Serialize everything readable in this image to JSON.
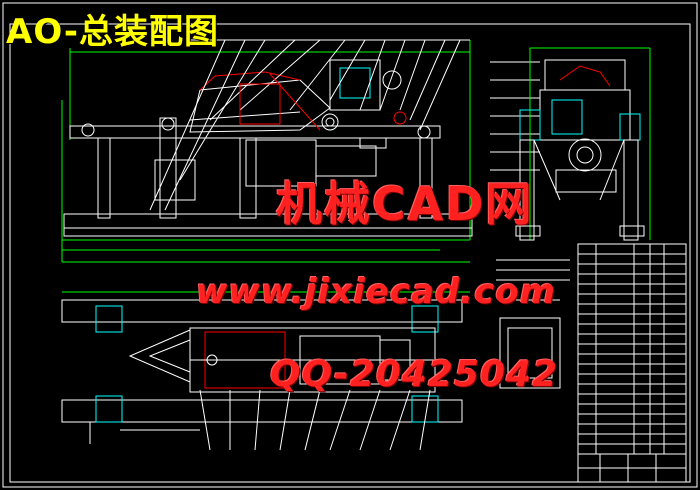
{
  "title": "AO-总装配图",
  "watermarks": {
    "brand": "机械CAD网",
    "url": "www.jixiecad.com",
    "qq": "QQ-20425042"
  },
  "colors": {
    "background": "#000000",
    "title": "#ffff00",
    "watermark": "#ff2020",
    "lines_white": "#ffffff",
    "lines_green": "#00ff00",
    "lines_red": "#ff0000",
    "lines_cyan": "#00ffff"
  }
}
